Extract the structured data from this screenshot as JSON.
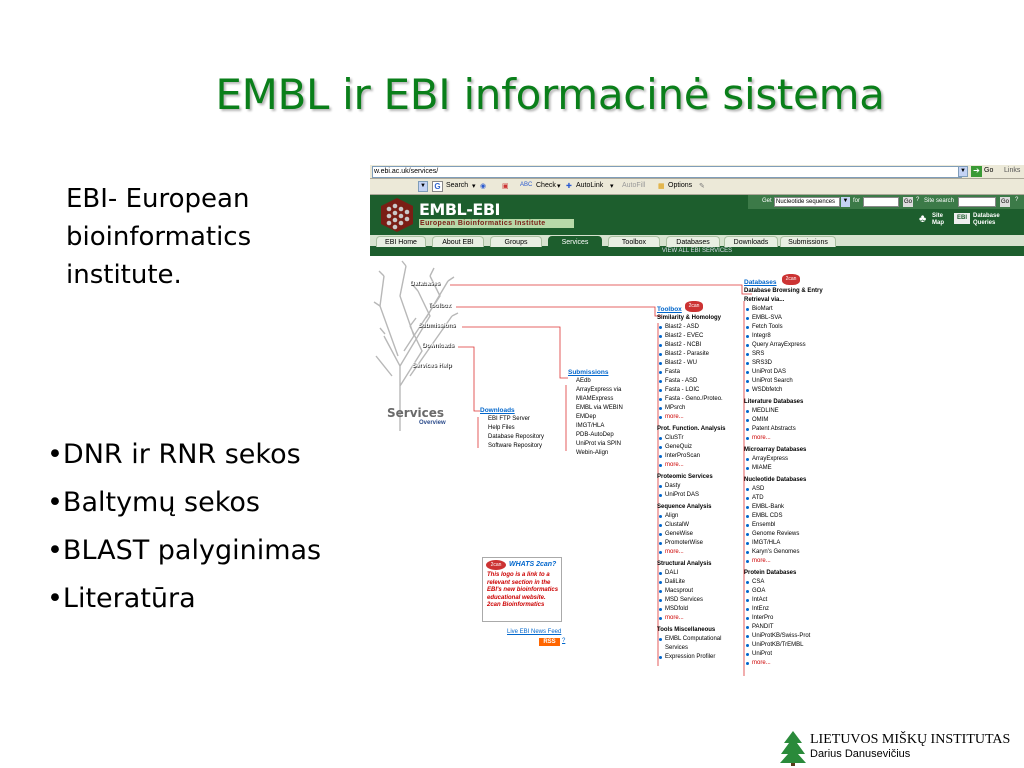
{
  "slide": {
    "title": "EMBL ir EBI informacinė sistema",
    "intro": "EBI- European bioinformatics institute.",
    "bullets": [
      "•DNR ir RNR sekos",
      "•Baltymų sekos",
      "•BLAST palyginimas",
      "•Literatūra"
    ],
    "footer": {
      "org": "LIETUVOS MIŠKŲ INSTITUTAS",
      "author": "Darius Danusevičius"
    }
  },
  "browser": {
    "url": "w.ebi.ac.uk/services/",
    "go_label": "Go",
    "links_label": "Links",
    "toolbar": {
      "search": "Search",
      "check": "Check",
      "autolink": "AutoLink",
      "autofill": "AutoFill",
      "options": "Options"
    }
  },
  "ebi": {
    "brand": "EMBL-EBI",
    "tagline": "European Bioinformatics Institute",
    "get_label": "Get",
    "get_select": "Nucleotide sequences",
    "for_label": "for",
    "go": "Go",
    "site_search_label": "Site search",
    "site_map": [
      "Site",
      "Map"
    ],
    "db_queries": [
      "Database",
      "Queries"
    ],
    "nav": [
      "EBI Home",
      "About EBI",
      "Groups",
      "Services",
      "Toolbox",
      "Databases",
      "Downloads",
      "Submissions"
    ],
    "active_tab": "Services",
    "view_all": "VIEW ALL EBI SERVICES",
    "tree_labels": [
      "Databases",
      "Toolbox",
      "Submissions",
      "Downloads",
      "Services Help"
    ],
    "services_logo": {
      "big": "Services",
      "small": "Overview"
    },
    "downloads": {
      "title": "Downloads",
      "items": [
        "EBI FTP Server",
        "Help Files",
        "Database Repository",
        "Software Repository"
      ]
    },
    "submissions": {
      "title": "Submissions",
      "items": [
        "AEdb",
        "ArrayExpress via",
        "MIAMExpress",
        "EMBL via WEBIN",
        "EMDep",
        "IMGT/HLA",
        "PDB-AutoDep",
        "UniProt via SPIN",
        "Webin-Align"
      ]
    },
    "whats": {
      "title": "WHATS 2can?",
      "body": "This logo is a link to a relevant section in the EBI's new bioinformatics educational website. 2can Bioinformatics"
    },
    "feed": "Live EBI News Feed",
    "rss": "RSS",
    "q": "?",
    "toolbox": {
      "title": "Toolbox",
      "sections": [
        {
          "h": "Similarity & Homology",
          "items": [
            "Blast2 - ASD",
            "Blast2 - EVEC",
            "Blast2 - NCBI",
            "Blast2 - Parasite",
            "Blast2 - WU",
            "Fasta",
            "Fasta - ASD",
            "Fasta - LOIC",
            "Fasta - Geno./Proteo.",
            "MPsrch",
            "more..."
          ]
        },
        {
          "h": "Prot. Function. Analysis",
          "items": [
            "CluSTr",
            "GeneQuiz",
            "InterProScan",
            "more..."
          ]
        },
        {
          "h": "Proteomic Services",
          "items": [
            "Dasty",
            "UniProt DAS"
          ]
        },
        {
          "h": "Sequence Analysis",
          "items": [
            "Align",
            "ClustalW",
            "GeneWise",
            "PromoterWise",
            "more..."
          ]
        },
        {
          "h": "Structural Analysis",
          "items": [
            "DALI",
            "DaliLite",
            "Macsprout",
            "MSD Services",
            "MSDfold",
            "more..."
          ]
        },
        {
          "h": "Tools Miscellaneous",
          "items": [
            "EMBL Computational Services",
            "Expression Profiler"
          ]
        }
      ]
    },
    "databases": {
      "title": "Databases",
      "sections": [
        {
          "h": "Database Browsing & Entry Retrieval via...",
          "items": [
            "BioMart",
            "EMBL-SVA",
            "Fetch Tools",
            "Integr8",
            "Query ArrayExpress",
            "SRS",
            "SRS3D",
            "UniProt DAS",
            "UniProt Search",
            "WSDbfetch"
          ]
        },
        {
          "h": "Literature Databases",
          "items": [
            "MEDLINE",
            "OMIM",
            "Patent Abstracts",
            "more..."
          ]
        },
        {
          "h": "Microarray Databases",
          "items": [
            "ArrayExpress",
            "MIAME"
          ]
        },
        {
          "h": "Nucleotide Databases",
          "items": [
            "ASD",
            "ATD",
            "EMBL-Bank",
            "EMBL CDS",
            "Ensembl",
            "Genome Reviews",
            "IMGT/HLA",
            "Karyn's Genomes",
            "more..."
          ]
        },
        {
          "h": "Protein Databases",
          "items": [
            "CSA",
            "GOA",
            "IntAct",
            "IntEnz",
            "InterPro",
            "PANDIT",
            "UniProtKB/Swiss-Prot",
            "UniProtKB/TrEMBL",
            "UniProt",
            "more..."
          ]
        }
      ]
    }
  }
}
